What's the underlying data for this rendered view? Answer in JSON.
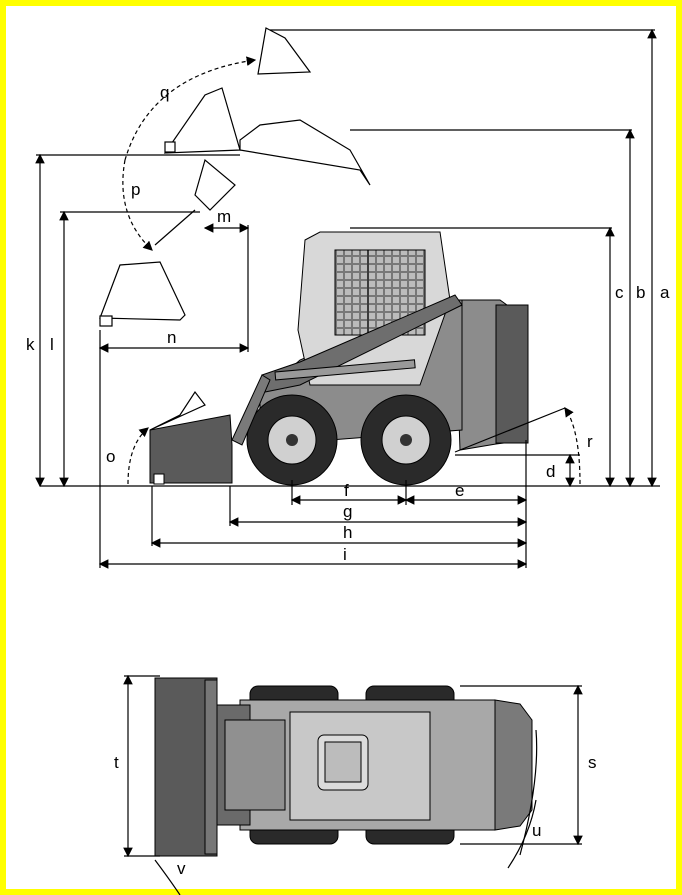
{
  "labels": {
    "a": "a",
    "b": "b",
    "c": "c",
    "d": "d",
    "e": "e",
    "f": "f",
    "g": "g",
    "h": "h",
    "i": "i",
    "k": "k",
    "l": "l",
    "m": "m",
    "n": "n",
    "o": "o",
    "p": "p",
    "q": "q",
    "r": "r",
    "s": "s",
    "t": "t",
    "u": "u",
    "v": "v"
  },
  "colors": {
    "border": "#ffff00",
    "background": "#ffffff",
    "body": "#8c8c8c",
    "dark": "#4a4a4a",
    "tire": "#2a2a2a",
    "line": "#000000"
  }
}
